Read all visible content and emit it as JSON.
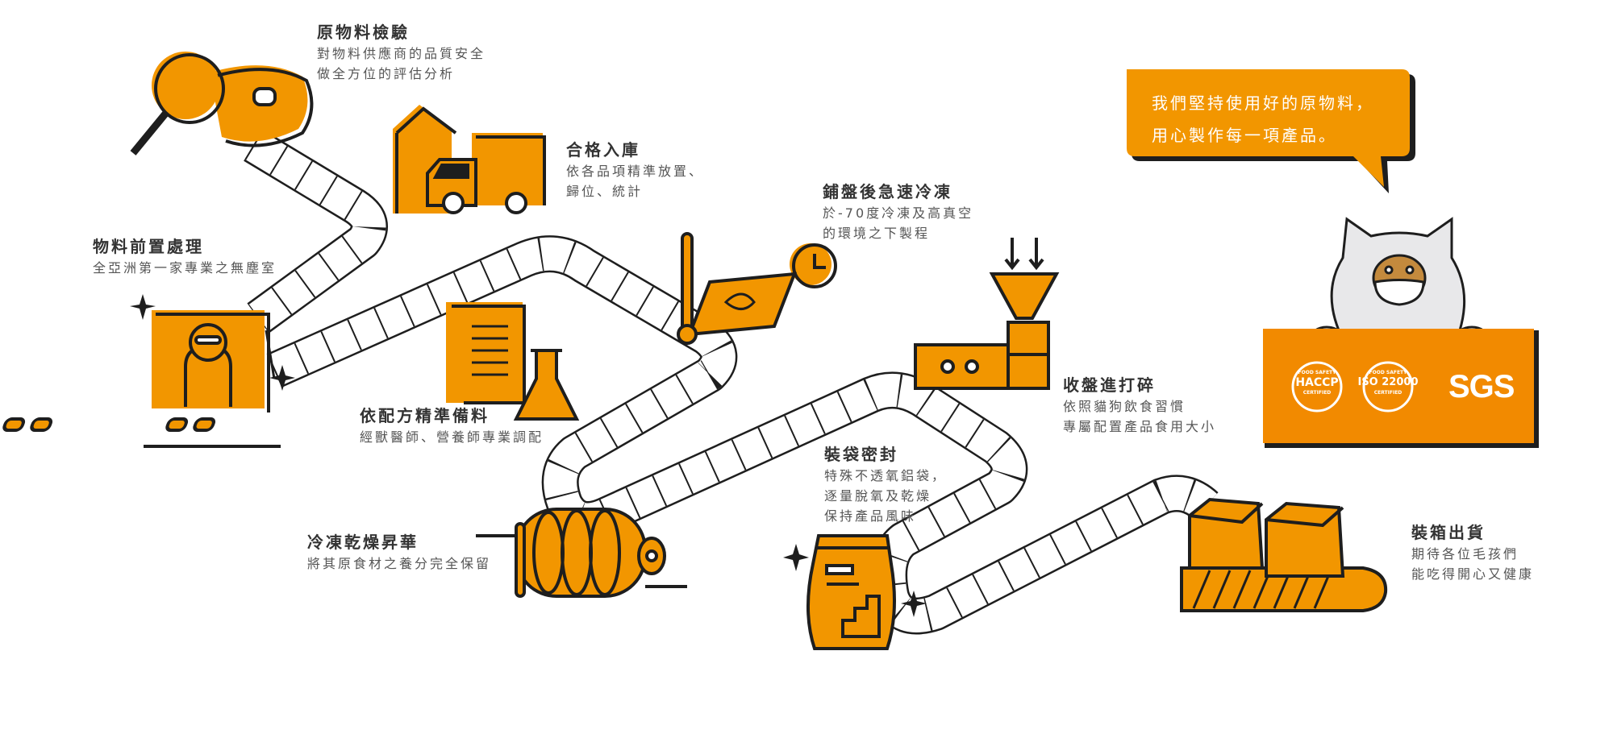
{
  "colors": {
    "accent": "#F29600",
    "ink": "#1e1e1e",
    "text": "#333333"
  },
  "steps": [
    {
      "title": "原物料檢驗",
      "lines": [
        "對物料供應商的品質安全",
        "做全方位的評估分析"
      ],
      "icon": "magnifier-steak-icon"
    },
    {
      "title": "合格入庫",
      "lines": [
        "依各品項精準放置、",
        "歸位、統計"
      ],
      "icon": "warehouse-truck-icon"
    },
    {
      "title": "物料前置處理",
      "lines": [
        "全亞洲第一家專業之無塵室"
      ],
      "icon": "cleanroom-worker-icon"
    },
    {
      "title": "依配方精準備料",
      "lines": [
        "經獸醫師、營養師專業調配"
      ],
      "icon": "recipe-flask-icon"
    },
    {
      "title": "鋪盤後急速冷凍",
      "lines": [
        "於-70度冷凍及高真空",
        "的環境之下製程"
      ],
      "icon": "thermometer-tray-clock-icon"
    },
    {
      "title": "冷凍乾燥昇華",
      "lines": [
        "將其原食材之養分完全保留"
      ],
      "icon": "freeze-dryer-icon"
    },
    {
      "title": "收盤進打碎",
      "lines": [
        "依照貓狗飲食習慣",
        "專屬配置產品食用大小"
      ],
      "icon": "grinder-machine-icon"
    },
    {
      "title": "裝袋密封",
      "lines": [
        "特殊不透氧鋁袋，",
        "逐量脫氧及乾燥",
        "保持產品風味"
      ],
      "icon": "sealed-bag-icon"
    },
    {
      "title": "裝箱出貨",
      "lines": [
        "期待各位毛孩們",
        "能吃得開心又健康"
      ],
      "icon": "boxes-pallet-icon"
    }
  ],
  "bubble": {
    "lines": [
      "我們堅持使用好的原物料，",
      "用心製作每一項產品。"
    ]
  },
  "certs": {
    "haccp": {
      "top": "FOOD SAFETY",
      "main": "HACCP",
      "bottom": "CERTIFIED"
    },
    "iso": {
      "top": "FOOD SAFETY",
      "main": "ISO 22000",
      "bottom": "CERTIFIED"
    },
    "sgs": "SGS"
  }
}
